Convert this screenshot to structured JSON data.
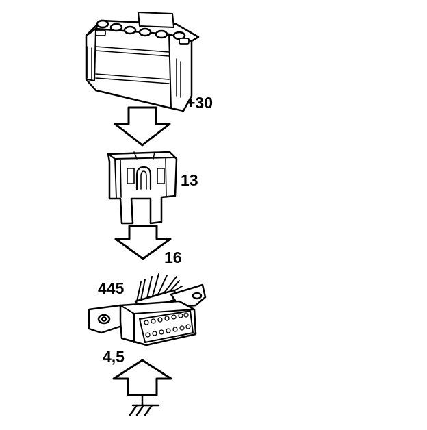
{
  "labels": {
    "battery": "+30",
    "fuse": "13",
    "wire_top": "16",
    "connector": "445",
    "ground": "4,5"
  },
  "colors": {
    "stroke": "#000000",
    "fill": "#ffffff"
  },
  "icons": [
    "battery-icon",
    "down-arrow-icon",
    "blade-fuse-icon",
    "diagnostic-connector-icon",
    "up-arrow-icon",
    "ground-icon"
  ]
}
